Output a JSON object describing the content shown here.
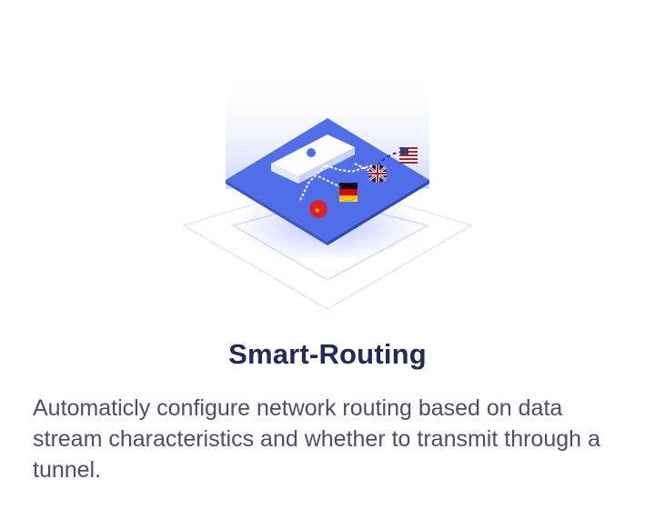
{
  "feature": {
    "title": "Smart-Routing",
    "description": "Automaticly configure network routing based on data stream characteristics and whether to transmit through a tunnel.",
    "illustration_icon": "network-routing-isometric-illustration",
    "flags": [
      "china-flag",
      "germany-flag",
      "uk-flag",
      "usa-flag"
    ]
  },
  "colors": {
    "title": "#232a57",
    "description": "#4a4f6a",
    "platform": "#4f6ee8",
    "platform_light": "#dfe6ff"
  }
}
